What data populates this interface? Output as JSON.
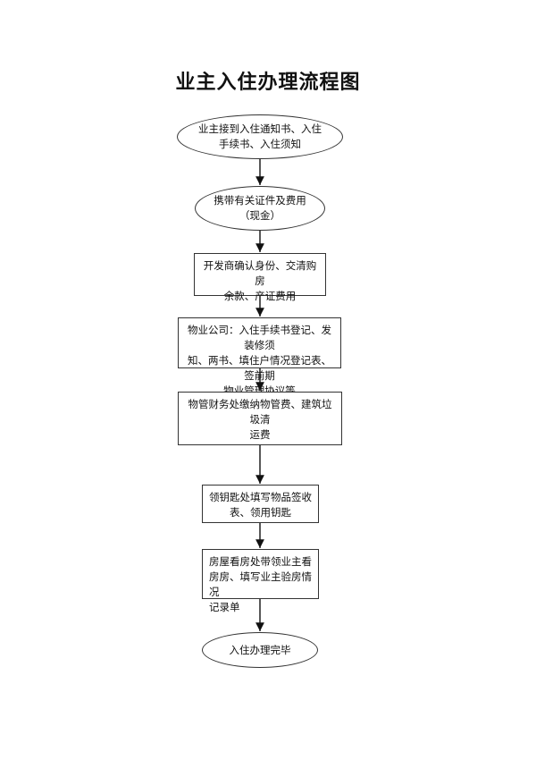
{
  "title": "业主入住办理流程图",
  "steps": [
    {
      "lines": [
        "业主接到入住通知书、入住",
        "手续书、入住须知"
      ]
    },
    {
      "lines": [
        "携带有关证件及费用",
        "（现金）"
      ]
    },
    {
      "lines": [
        "开发商确认身份、交清购房",
        "余款、产证费用"
      ]
    },
    {
      "lines": [
        "物业公司：入住手续书登记、发装修须",
        "知、两书、填住户情况登记表、签前期",
        "物业管理协议等"
      ]
    },
    {
      "lines": [
        "物管财务处缴纳物管费、建筑垃圾清",
        "运费"
      ]
    },
    {
      "lines": [
        "领钥匙处填写物品签收",
        "表、领用钥匙"
      ]
    },
    {
      "lines": [
        "房屋看房处带领业主看",
        "房房、填写业主验房情况",
        "记录单"
      ]
    },
    {
      "lines": [
        "入住办理完毕"
      ]
    }
  ]
}
